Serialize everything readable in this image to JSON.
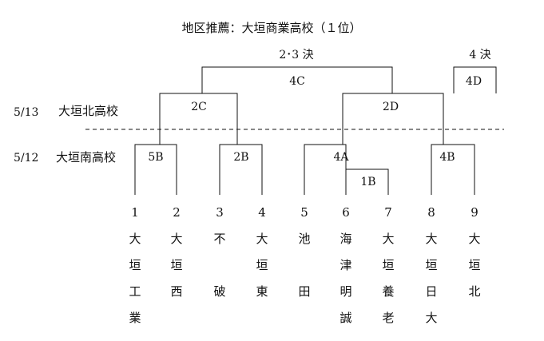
{
  "title": "地区推薦：大垣商業高校（１位）",
  "final_label": "2･3 決",
  "fourth_label": "4 決",
  "dates": [
    {
      "date": "5/13",
      "venue": "大垣北高校"
    },
    {
      "date": "5/12",
      "venue": "大垣南高校"
    }
  ],
  "matches": {
    "m4C": "4C",
    "m4D": "4D",
    "m2C": "2C",
    "m2D": "2D",
    "m5B": "5B",
    "m2B": "2B",
    "m4A": "4A",
    "m1B": "1B",
    "m4B": "4B"
  },
  "teams": [
    {
      "seed": "1",
      "chars": [
        "大",
        "垣",
        "工",
        "業"
      ]
    },
    {
      "seed": "2",
      "chars": [
        "大",
        "垣",
        "西"
      ]
    },
    {
      "seed": "3",
      "chars": [
        "不",
        "",
        "破"
      ]
    },
    {
      "seed": "4",
      "chars": [
        "大",
        "垣",
        "東"
      ]
    },
    {
      "seed": "5",
      "chars": [
        "池",
        "",
        "田"
      ]
    },
    {
      "seed": "6",
      "chars": [
        "海",
        "津",
        "明",
        "誠"
      ]
    },
    {
      "seed": "7",
      "chars": [
        "大",
        "垣",
        "養",
        "老"
      ]
    },
    {
      "seed": "8",
      "chars": [
        "大",
        "垣",
        "日",
        "大"
      ]
    },
    {
      "seed": "9",
      "chars": [
        "大",
        "垣",
        "北"
      ]
    }
  ]
}
